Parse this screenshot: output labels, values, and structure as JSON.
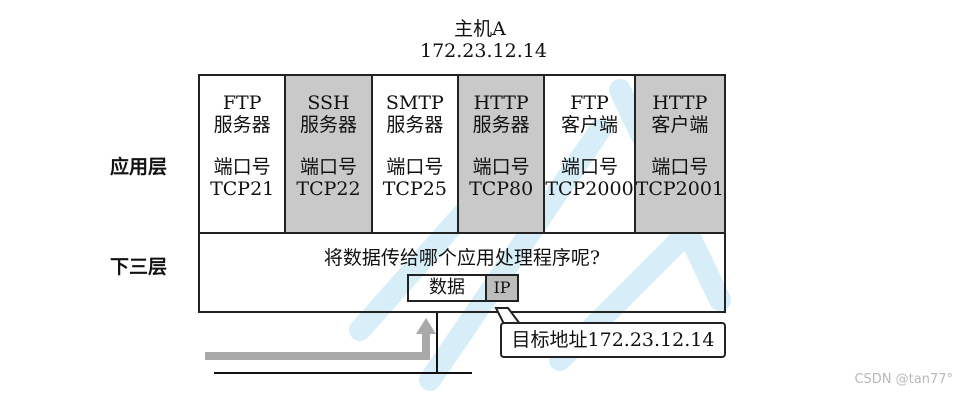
{
  "host": {
    "name": "主机A",
    "ip": "172.23.12.14"
  },
  "layers": {
    "app": "应用层",
    "lower": "下三层"
  },
  "apps": [
    {
      "name1": "FTP",
      "name2": "服务器",
      "port_label": "端口号",
      "port": "TCP21",
      "shaded": false
    },
    {
      "name1": "SSH",
      "name2": "服务器",
      "port_label": "端口号",
      "port": "TCP22",
      "shaded": true
    },
    {
      "name1": "SMTP",
      "name2": "服务器",
      "port_label": "端口号",
      "port": "TCP25",
      "shaded": false
    },
    {
      "name1": "HTTP",
      "name2": "服务器",
      "port_label": "端口号",
      "port": "TCP80",
      "shaded": true
    },
    {
      "name1": "FTP",
      "name2": "客户端",
      "port_label": "端口号",
      "port": "TCP2000",
      "shaded": false
    },
    {
      "name1": "HTTP",
      "name2": "客户端",
      "port_label": "端口号",
      "port": "TCP2001",
      "shaded": true
    }
  ],
  "question": "将数据传给哪个应用处理程序呢?",
  "packet": {
    "data": "数据",
    "ip": "IP"
  },
  "dest": "目标地址172.23.12.14",
  "watermark": "CSDN @tan77°"
}
